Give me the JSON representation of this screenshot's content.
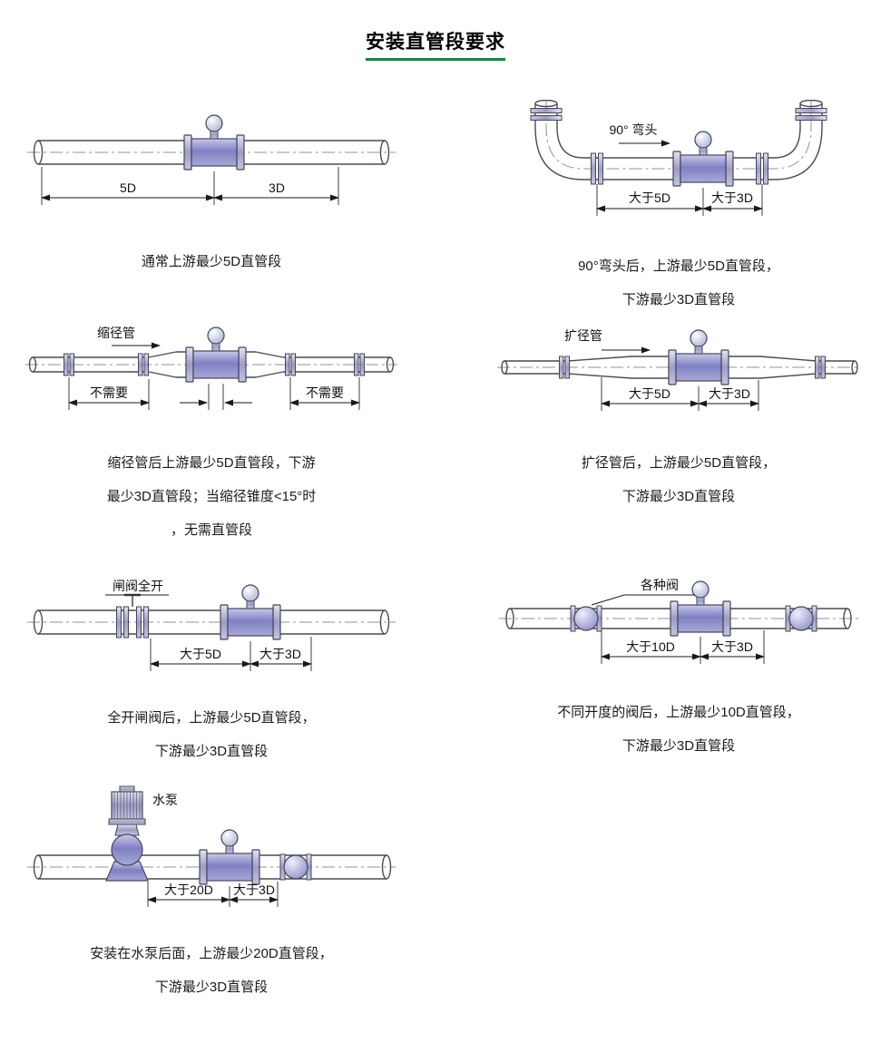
{
  "page": {
    "title": "安装直管段要求"
  },
  "colors": {
    "title_underline": "#0e8a40",
    "meter_body": "#8080c4",
    "valve_ball": "#7d7dbd",
    "pipe_outline": "#4a4a58"
  },
  "diagrams": {
    "straight": {
      "dim_upstream": "5D",
      "dim_downstream": "3D",
      "caption": [
        "通常上游最少5D直管段"
      ]
    },
    "elbow": {
      "label": "90° 弯头",
      "dim_upstream": "大于5D",
      "dim_downstream": "大于3D",
      "caption": [
        "90°弯头后，上游最少5D直管段，",
        "下游最少3D直管段"
      ]
    },
    "reducer": {
      "label": "缩径管",
      "dim_left": "不需要",
      "dim_right": "不需要",
      "caption": [
        "缩径管后上游最少5D直管段，下游",
        "最少3D直管段；当缩径锥度<15°时",
        "，无需直管段"
      ]
    },
    "expander": {
      "label": "扩径管",
      "dim_upstream": "大于5D",
      "dim_downstream": "大于3D",
      "caption": [
        "扩径管后，上游最少5D直管段，",
        "下游最少3D直管段"
      ]
    },
    "gatevalve": {
      "label": "闸阀全开",
      "dim_upstream": "大于5D",
      "dim_downstream": "大于3D",
      "caption": [
        "全开闸阀后，上游最少5D直管段，",
        "下游最少3D直管段"
      ]
    },
    "valves": {
      "label": "各种阀",
      "dim_upstream": "大于10D",
      "dim_downstream": "大于3D",
      "caption": [
        "不同开度的阀后，上游最少10D直管段，",
        "下游最少3D直管段"
      ]
    },
    "pump": {
      "label": "水泵",
      "dim_upstream": "大于20D",
      "dim_downstream": "大于3D",
      "caption": [
        "安装在水泵后面，上游最少20D直管段，",
        "下游最少3D直管段"
      ]
    }
  }
}
